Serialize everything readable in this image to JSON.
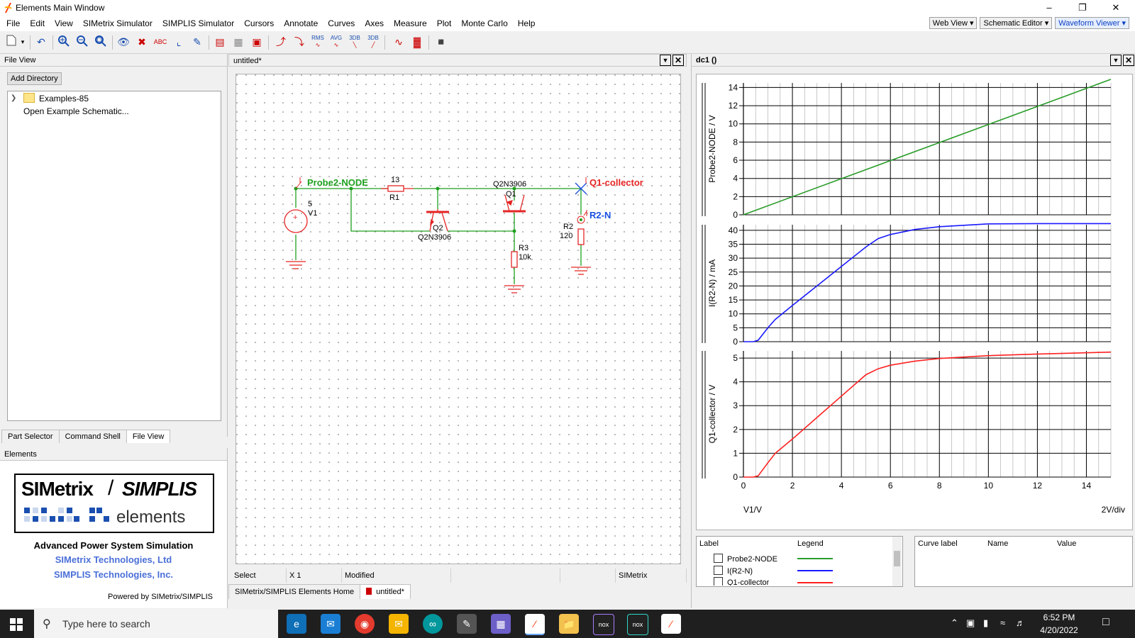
{
  "window": {
    "title": "Elements Main Window"
  },
  "menu": [
    "File",
    "Edit",
    "View",
    "SIMetrix Simulator",
    "SIMPLIS Simulator",
    "Cursors",
    "Annotate",
    "Curves",
    "Axes",
    "Measure",
    "Plot",
    "Monte Carlo",
    "Help"
  ],
  "view_buttons": [
    "Web View",
    "Schematic Editor",
    "Waveform Viewer"
  ],
  "file_view": {
    "header": "File View",
    "add_directory": "Add Directory",
    "tree": [
      {
        "label": "Examples-85"
      },
      {
        "label": "Open Example Schematic..."
      }
    ],
    "tabs": [
      "Part Selector",
      "Command Shell",
      "File View"
    ]
  },
  "elements_panel": {
    "header": "Elements",
    "logo_simetrix": "SIMetrix",
    "logo_slash": "/",
    "logo_simplis": "SIMPLIS",
    "logo_elements": "elements",
    "tagline": "Advanced Power System Simulation",
    "company1": "SIMetrix Technologies, Ltd",
    "company2": "SIMPLIS Technologies, Inc.",
    "powered": "Powered by SIMetrix/SIMPLIS"
  },
  "schematic": {
    "title": "untitled*",
    "labels": {
      "probe2": "Probe2-NODE",
      "q1c": "Q1-collector",
      "r2n": "R2-N",
      "r1_val": "13",
      "r1": "R1",
      "v1_val": "5",
      "v1": "V1",
      "q2": "Q2",
      "q2_model": "Q2N3906",
      "q1_model": "Q2N3906",
      "q1": "Q1",
      "r3": "R3",
      "r3_val": "10k",
      "r2": "R2",
      "r2_val": "120"
    },
    "status": [
      "Select",
      "X 1",
      "Modified",
      "",
      "",
      "SIMetrix"
    ],
    "bottom_tabs": [
      "SIMetrix/SIMPLIS Elements Home",
      "untitled*"
    ]
  },
  "waveform": {
    "title": "dc1 ()",
    "x_label": "V1/V",
    "x_div": "2V/div",
    "x_ticks": [
      "0",
      "2",
      "4",
      "6",
      "8",
      "10",
      "12",
      "14"
    ],
    "legend_headers": [
      "Label",
      "Legend"
    ],
    "legend": [
      {
        "label": "Probe2-NODE",
        "color": "#2a9d2a"
      },
      {
        "label": "I(R2-N)",
        "color": "#1a1aff"
      },
      {
        "label": "Q1-collector",
        "color": "#ff2020"
      }
    ],
    "curve_headers": [
      "Curve label",
      "Name",
      "Value"
    ]
  },
  "chart_data": [
    {
      "type": "line",
      "ylabel": "Probe2-NODE / V",
      "ylim": [
        0,
        14.5
      ],
      "yticks": [
        "0",
        "2",
        "4",
        "6",
        "8",
        "10",
        "12",
        "14"
      ],
      "xlim": [
        0,
        15
      ],
      "series": [
        {
          "name": "Probe2-NODE",
          "color": "#2a9d2a",
          "x": [
            0,
            15
          ],
          "y": [
            0,
            15
          ]
        }
      ]
    },
    {
      "type": "line",
      "ylabel": "I(R2-N) / mA",
      "ylim": [
        0,
        42
      ],
      "yticks": [
        "0",
        "5",
        "10",
        "15",
        "20",
        "25",
        "30",
        "35",
        "40"
      ],
      "xlim": [
        0,
        15
      ],
      "series": [
        {
          "name": "I(R2-N)",
          "color": "#1a1aff",
          "x": [
            0,
            0.4,
            0.6,
            1,
            1.3,
            2,
            3,
            4,
            5,
            5.5,
            6,
            7,
            8,
            10,
            12,
            15
          ],
          "y": [
            0,
            0,
            0.5,
            5,
            8,
            13,
            20,
            27,
            34,
            37,
            38.5,
            40.3,
            41.3,
            42.3,
            42.9,
            43.5
          ]
        }
      ]
    },
    {
      "type": "line",
      "ylabel": "Q1-collector / V",
      "ylim": [
        0,
        5.3
      ],
      "yticks": [
        "0",
        "1",
        "2",
        "3",
        "4",
        "5"
      ],
      "xlim": [
        0,
        15
      ],
      "series": [
        {
          "name": "Q1-collector",
          "color": "#ff2020",
          "x": [
            0,
            0.4,
            0.6,
            1,
            1.3,
            2,
            3,
            4,
            5,
            5.5,
            6,
            7,
            8,
            10,
            12,
            15
          ],
          "y": [
            0,
            0,
            0.05,
            0.6,
            1,
            1.6,
            2.5,
            3.4,
            4.3,
            4.55,
            4.7,
            4.87,
            4.98,
            5.1,
            5.17,
            5.25
          ]
        }
      ]
    }
  ],
  "taskbar": {
    "search_placeholder": "Type here to search",
    "time": "6:52 PM",
    "date": "4/20/2022"
  }
}
